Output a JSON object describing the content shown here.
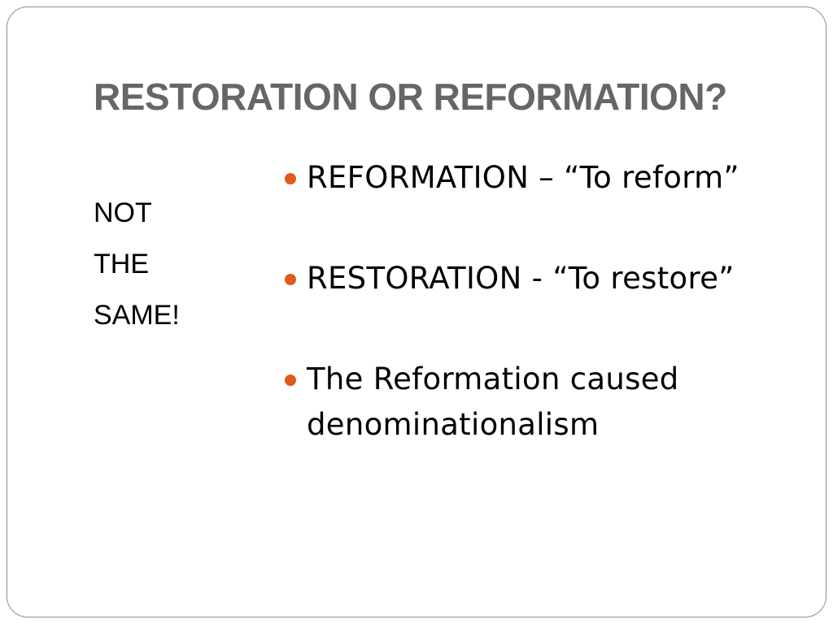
{
  "slide": {
    "title": "RESTORATION OR REFORMATION?",
    "left_text": [
      "NOT",
      "THE",
      "SAME!"
    ],
    "bullets": [
      {
        "text": "REFORMATION – “To reform”"
      },
      {
        "text": "RESTORATION -  “To restore”"
      },
      {
        "text": "The Reformation caused denominationalism"
      }
    ],
    "colors": {
      "title": "#666666",
      "bullet": "#e05a1c",
      "border": "#8c8c8c"
    },
    "icons": {
      "bullet": "bullet-dot-icon"
    }
  }
}
